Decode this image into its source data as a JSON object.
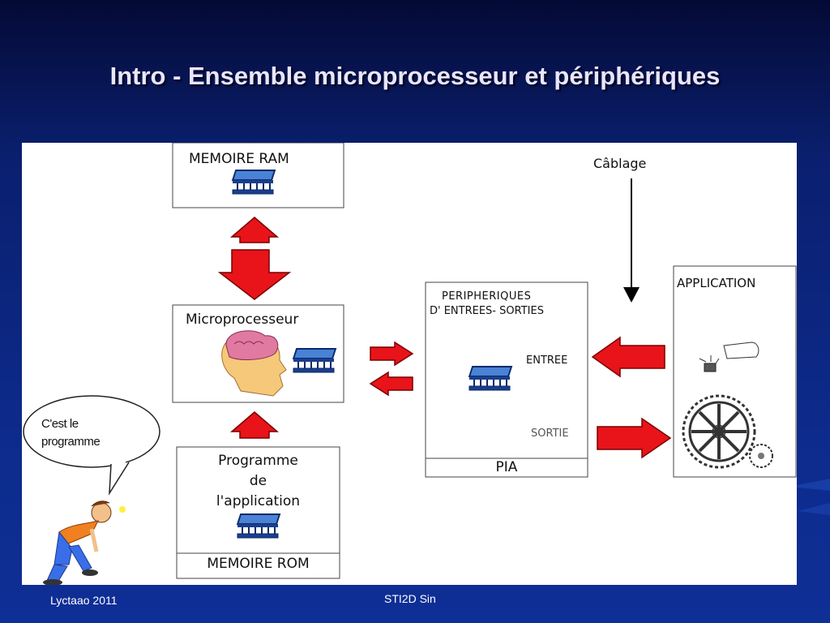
{
  "slide": {
    "title": "Intro - Ensemble microprocesseur et périphériques",
    "footer_left": "Lyctaao 2011",
    "footer_center": "STI2D Sin"
  },
  "diagram": {
    "ram_label": "MEMOIRE RAM",
    "cpu_label": "Microprocesseur",
    "rom_program_line1": "Programme",
    "rom_program_line2": "de",
    "rom_program_line3": "l'application",
    "rom_label": "MEMOIRE ROM",
    "pia_title_line1": "PERIPHERIQUES",
    "pia_title_line2": "D' ENTREES- SORTIES",
    "pia_input": "ENTREE",
    "pia_output": "SORTIE",
    "pia_label": "PIA",
    "cabling_label": "Câblage",
    "application_label": "APPLICATION",
    "speech_bubble_line1": "C'est le",
    "speech_bubble_line2": "programme"
  },
  "colors": {
    "arrow_red": "#e8141a",
    "chip_blue": "#3a73c8",
    "background_blue": "#0d2b8c"
  }
}
